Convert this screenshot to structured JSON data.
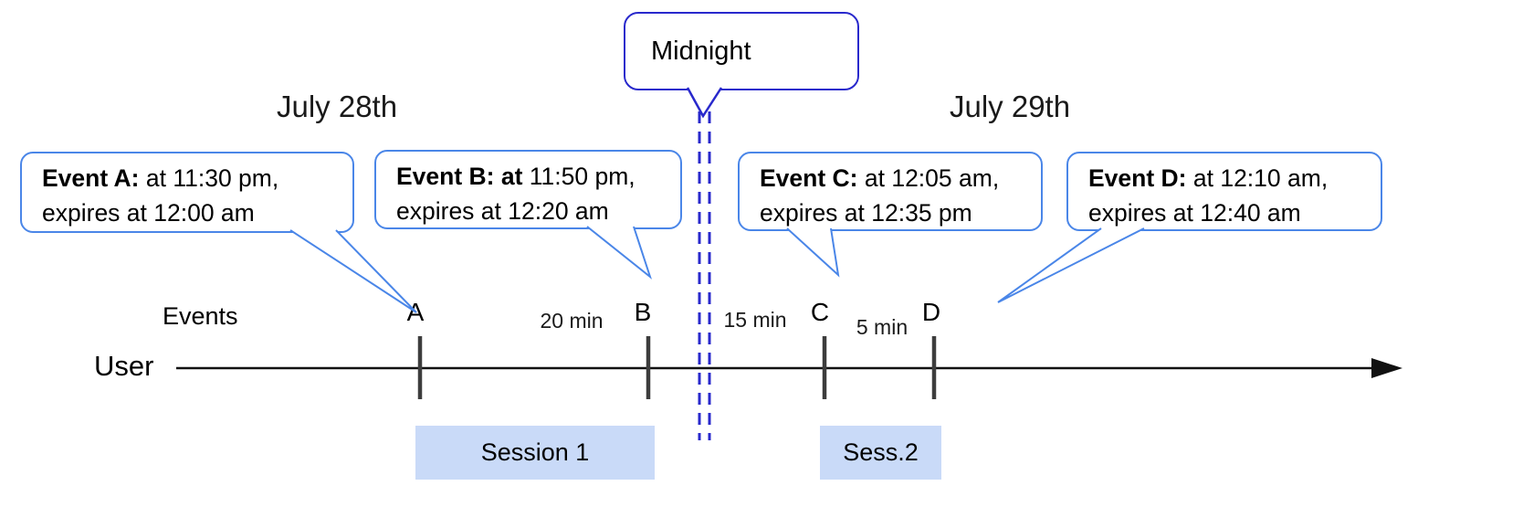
{
  "diagram": {
    "title_semantic": "Session timeline across midnight",
    "dates": {
      "left": "July 28th",
      "right": "July 29th"
    },
    "midnight_label": "Midnight",
    "events_label": "Events",
    "user_label": "User",
    "callouts": [
      {
        "id": "A",
        "bold": "Event A:",
        "rest": " at 11:30 pm,",
        "line2": "expires at 12:00 am"
      },
      {
        "id": "B",
        "bold": "Event B: at",
        "rest": " 11:50 pm,",
        "line2": "expires at 12:20 am"
      },
      {
        "id": "C",
        "bold": "Event C:",
        "rest": " at 12:05 am,",
        "line2": "expires at 12:35 pm"
      },
      {
        "id": "D",
        "bold": "Event D:",
        "rest": " at 12:10 am,",
        "line2": "expires at 12:40 am"
      }
    ],
    "ticks": [
      "A",
      "B",
      "C",
      "D"
    ],
    "gaps": [
      "20 min",
      "15 min",
      "5 min"
    ],
    "sessions": [
      "Session 1",
      "Sess.2"
    ],
    "colors": {
      "event_callout_border": "#4a86e8",
      "midnight_bubble_border": "#2929cc",
      "midnight_dashed_line": "#2929cc",
      "session_fill": "#c9daf8",
      "timeline_line": "#111111",
      "tick_mark": "#3d3d3d"
    }
  }
}
